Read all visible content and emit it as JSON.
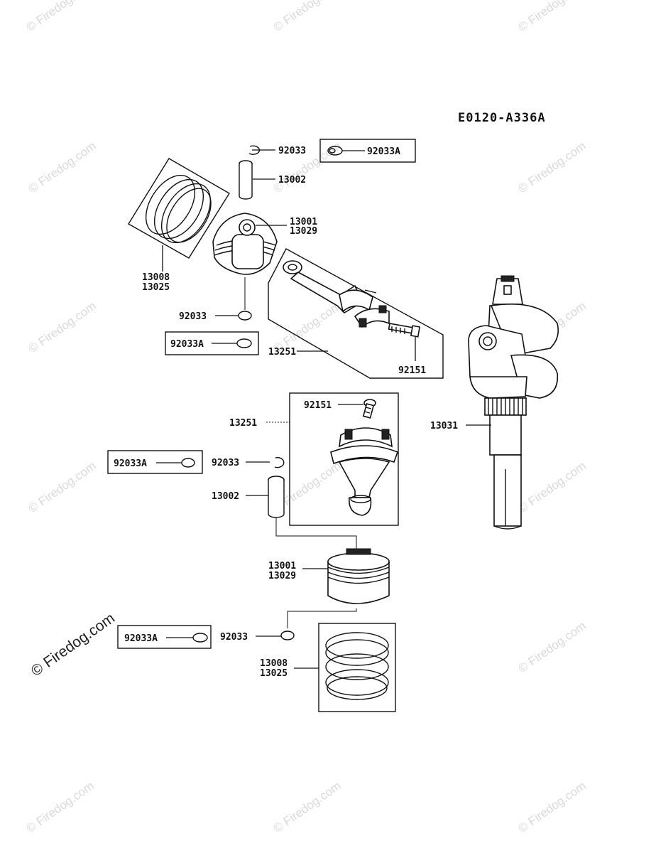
{
  "diagram_code": "E0120-A336A",
  "watermark": "© Firedog.com",
  "labels": {
    "l1": "92033",
    "l2": "92033A",
    "l3": "13002",
    "l4a": "13001",
    "l4b": "13029",
    "l5a": "13008",
    "l5b": "13025",
    "l6": "92033",
    "l7": "92033A",
    "l8": "13251",
    "l9": "92151",
    "l10": "92151",
    "l11": "13251",
    "l12": "92033A",
    "l13": "92033",
    "l14": "13002",
    "l15a": "13001",
    "l15b": "13029",
    "l16": "92033A",
    "l17": "92033",
    "l18a": "13008",
    "l18b": "13025",
    "l19": "13031"
  }
}
